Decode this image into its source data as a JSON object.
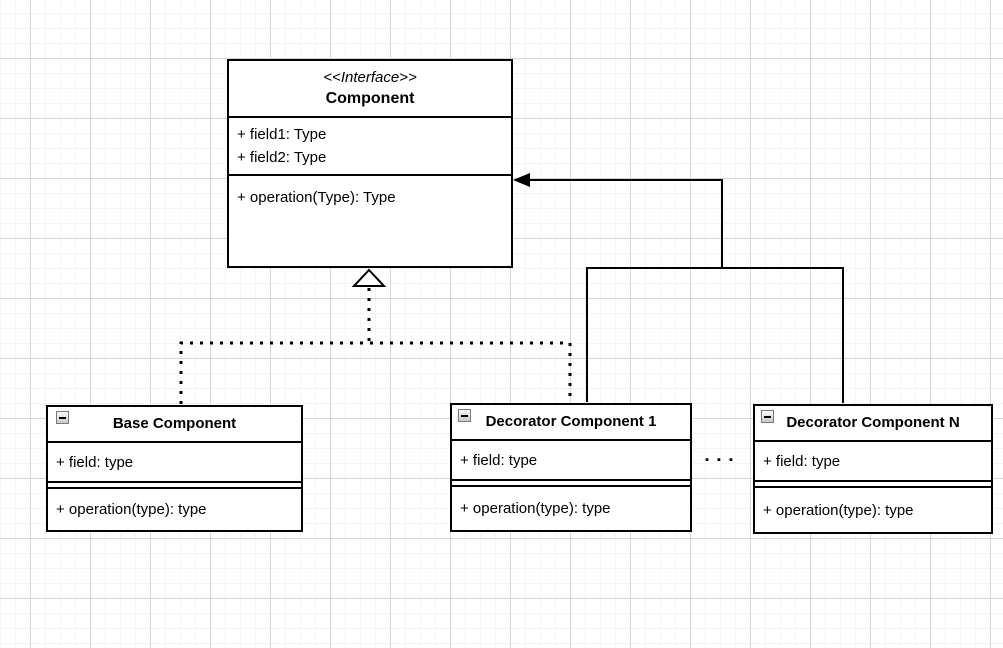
{
  "colors": {
    "background": "#ffffff",
    "grid_minor": "#f4f4f4",
    "grid_major": "#d6d6d6",
    "line": "#000000",
    "text": "#000000"
  },
  "interface_box": {
    "stereotype": "<<Interface>>",
    "name": "Component",
    "fields": [
      "+ field1: Type",
      "+ field2: Type"
    ],
    "operations": [
      "+ operation(Type): Type"
    ]
  },
  "classes": [
    {
      "name": "Base Component",
      "fields": [
        "+ field: type"
      ],
      "operations": [
        "+ operation(type): type"
      ]
    },
    {
      "name": "Decorator Component 1",
      "fields": [
        "+ field: type"
      ],
      "operations": [
        "+ operation(type): type"
      ]
    },
    {
      "name": "Decorator Component N",
      "fields": [
        "+ field: type"
      ],
      "operations": [
        "+ operation(type): type"
      ]
    }
  ],
  "ellipsis": "▪▪▪"
}
